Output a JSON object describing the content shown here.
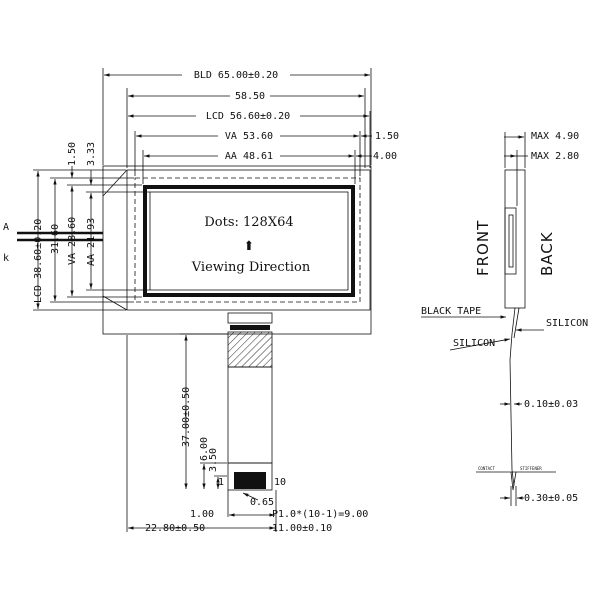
{
  "dimensions": {
    "bld": "BLD 65.00±0.20",
    "d58": "58.50",
    "lcd_w": "LCD 56.60±0.20",
    "va_w": "VA 53.60",
    "aa_w": "AA 48.61",
    "r150": "1.50",
    "r400": "4.00",
    "t150": "1.50",
    "t333": "3.33",
    "lcd_h": "LCD 38.60±0.20",
    "h31": "31.60",
    "va_h": "VA 28.60",
    "aa_h": "AA 21.93",
    "fpc_len": "37.00±0.50",
    "fpc_600": "6.00",
    "fpc_350": "3.50",
    "pin_w": "0.65",
    "d100": "1.00",
    "pitch": "P1.0*(10-1)=9.00",
    "d2280": "22.80±0.50",
    "d1100": "11.00±0.10"
  },
  "display": {
    "dots": "Dots: 128X64",
    "arrow": "⬆",
    "viewing": "Viewing Direction"
  },
  "pins": {
    "first": "1",
    "last": "10"
  },
  "leads": {
    "a": "A",
    "k": "k"
  },
  "side": {
    "max490": "MAX 4.90",
    "max280": "MAX 2.80",
    "front": "FRONT",
    "back": "BACK",
    "black_tape": "BLACK TAPE",
    "silicon_right": "SILICON",
    "silicon_left": "SILICON",
    "thick010": "0.10±0.03",
    "contact": "CONTACT",
    "stiffener": "STIFFENER",
    "thick030": "0.30±0.05"
  }
}
